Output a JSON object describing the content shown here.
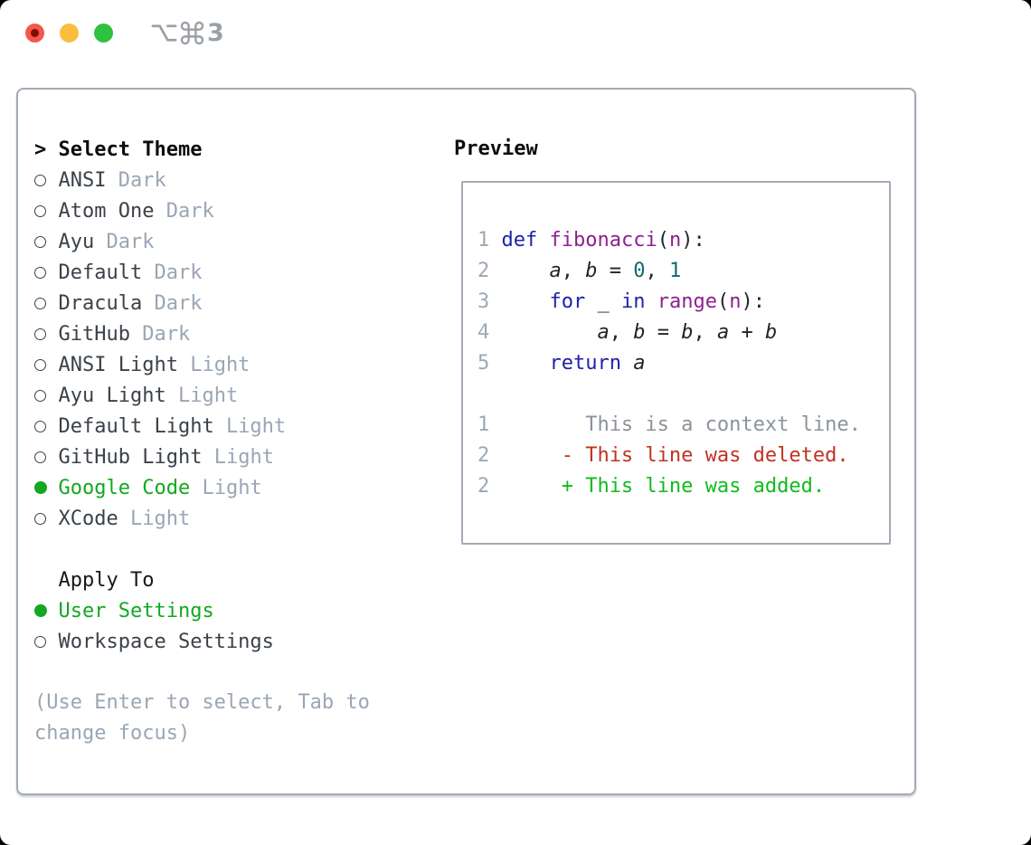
{
  "titlebar": {
    "shortcut_number": "3"
  },
  "sidebar": {
    "title": "Select Theme",
    "title_prefix": ">",
    "themes": [
      {
        "name": "ANSI",
        "variant": "Dark",
        "selected": false
      },
      {
        "name": "Atom One",
        "variant": "Dark",
        "selected": false
      },
      {
        "name": "Ayu",
        "variant": "Dark",
        "selected": false
      },
      {
        "name": "Default",
        "variant": "Dark",
        "selected": false
      },
      {
        "name": "Dracula",
        "variant": "Dark",
        "selected": false
      },
      {
        "name": "GitHub",
        "variant": "Dark",
        "selected": false
      },
      {
        "name": "ANSI Light",
        "variant": "Light",
        "selected": false
      },
      {
        "name": "Ayu Light",
        "variant": "Light",
        "selected": false
      },
      {
        "name": "Default Light",
        "variant": "Light",
        "selected": false
      },
      {
        "name": "GitHub Light",
        "variant": "Light",
        "selected": false
      },
      {
        "name": "Google Code",
        "variant": "Light",
        "selected": true
      },
      {
        "name": "XCode",
        "variant": "Light",
        "selected": false
      }
    ],
    "apply_to": {
      "title": "Apply To",
      "options": [
        {
          "label": "User Settings",
          "selected": true
        },
        {
          "label": "Workspace Settings",
          "selected": false
        }
      ]
    },
    "hint": "(Use Enter to select, Tab to change focus)"
  },
  "preview": {
    "title": "Preview",
    "code_lines": [
      {
        "lineno": "1",
        "segments": [
          [
            "kw",
            "def"
          ],
          [
            "pl",
            " "
          ],
          [
            "fn",
            "fibonacci"
          ],
          [
            "pl",
            "("
          ],
          [
            "fn",
            "n"
          ],
          [
            "pl",
            "):"
          ]
        ]
      },
      {
        "lineno": "2",
        "segments": [
          [
            "pl",
            "    "
          ],
          [
            "var",
            "a"
          ],
          [
            "pl",
            ", "
          ],
          [
            "var",
            "b"
          ],
          [
            "pl",
            " = "
          ],
          [
            "num",
            "0"
          ],
          [
            "pl",
            ", "
          ],
          [
            "num",
            "1"
          ]
        ]
      },
      {
        "lineno": "3",
        "segments": [
          [
            "pl",
            "    "
          ],
          [
            "kw",
            "for"
          ],
          [
            "pl",
            " _ "
          ],
          [
            "kw",
            "in"
          ],
          [
            "pl",
            " "
          ],
          [
            "fn",
            "range"
          ],
          [
            "pl",
            "("
          ],
          [
            "fn",
            "n"
          ],
          [
            "pl",
            "):"
          ]
        ]
      },
      {
        "lineno": "4",
        "segments": [
          [
            "pl",
            "        "
          ],
          [
            "var",
            "a"
          ],
          [
            "pl",
            ", "
          ],
          [
            "var",
            "b"
          ],
          [
            "pl",
            " = "
          ],
          [
            "var",
            "b"
          ],
          [
            "pl",
            ", "
          ],
          [
            "var",
            "a"
          ],
          [
            "pl",
            " + "
          ],
          [
            "var",
            "b"
          ]
        ]
      },
      {
        "lineno": "5",
        "segments": [
          [
            "pl",
            "    "
          ],
          [
            "kw",
            "return"
          ],
          [
            "pl",
            " "
          ],
          [
            "var",
            "a"
          ]
        ]
      }
    ],
    "diff_lines": [
      {
        "lineno": "1",
        "sign": " ",
        "text": "This is a context line.",
        "type": "context"
      },
      {
        "lineno": "2",
        "sign": "-",
        "text": "This line was deleted.",
        "type": "deleted"
      },
      {
        "lineno": "2",
        "sign": "+",
        "text": "This line was added.",
        "type": "added"
      }
    ]
  },
  "colors": {
    "accent_green": "#12a81f",
    "added_green": "#10bb1c",
    "deleted_red": "#c13222",
    "keyword_blue": "#1f22a8",
    "name_purple": "#8e2190",
    "number_teal": "#0f6b6b",
    "muted_gray": "#9aa6b4",
    "text_dark": "#3a4149"
  }
}
